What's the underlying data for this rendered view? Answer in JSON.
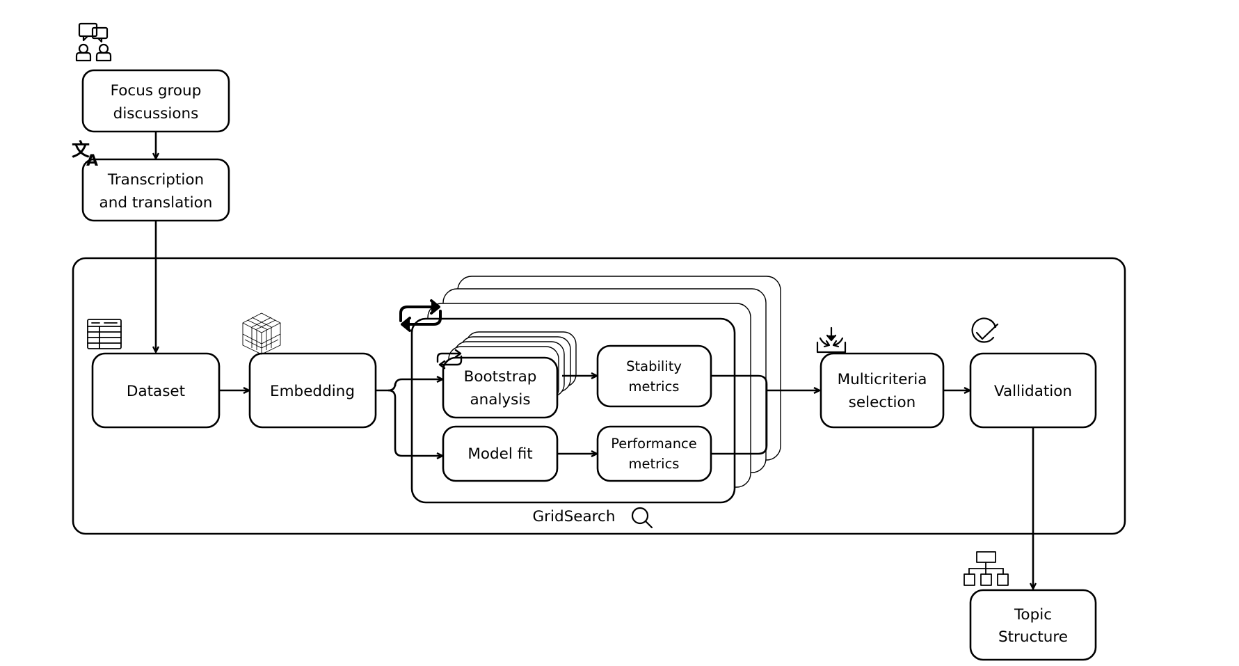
{
  "nodes": {
    "focus_group": [
      "Focus group",
      "discussions"
    ],
    "transcription": [
      "Transcription",
      "and translation"
    ],
    "dataset": "Dataset",
    "embedding": "Embedding",
    "bootstrap": [
      "Bootstrap",
      "analysis"
    ],
    "model_fit": "Model fit",
    "stability": [
      "Stability",
      "metrics"
    ],
    "performance": [
      "Performance",
      "metrics"
    ],
    "multicriteria": [
      "Multicriteria",
      "selection"
    ],
    "validation": "Vallidation",
    "topic_structure": [
      "Topic",
      "Structure"
    ]
  },
  "gridsearch_label": "GridSearch",
  "icons": {
    "focus_group": "people-discussion-icon",
    "transcription": "translate-icon",
    "dataset": "table-icon",
    "embedding": "cube-icon",
    "gridsearch_loop": "repeat-icon",
    "bootstrap_loop": "repeat-icon",
    "gridsearch": "search-icon",
    "multicriteria": "merge-arrows-icon",
    "validation": "check-circle-icon",
    "topic_structure": "hierarchy-icon"
  }
}
